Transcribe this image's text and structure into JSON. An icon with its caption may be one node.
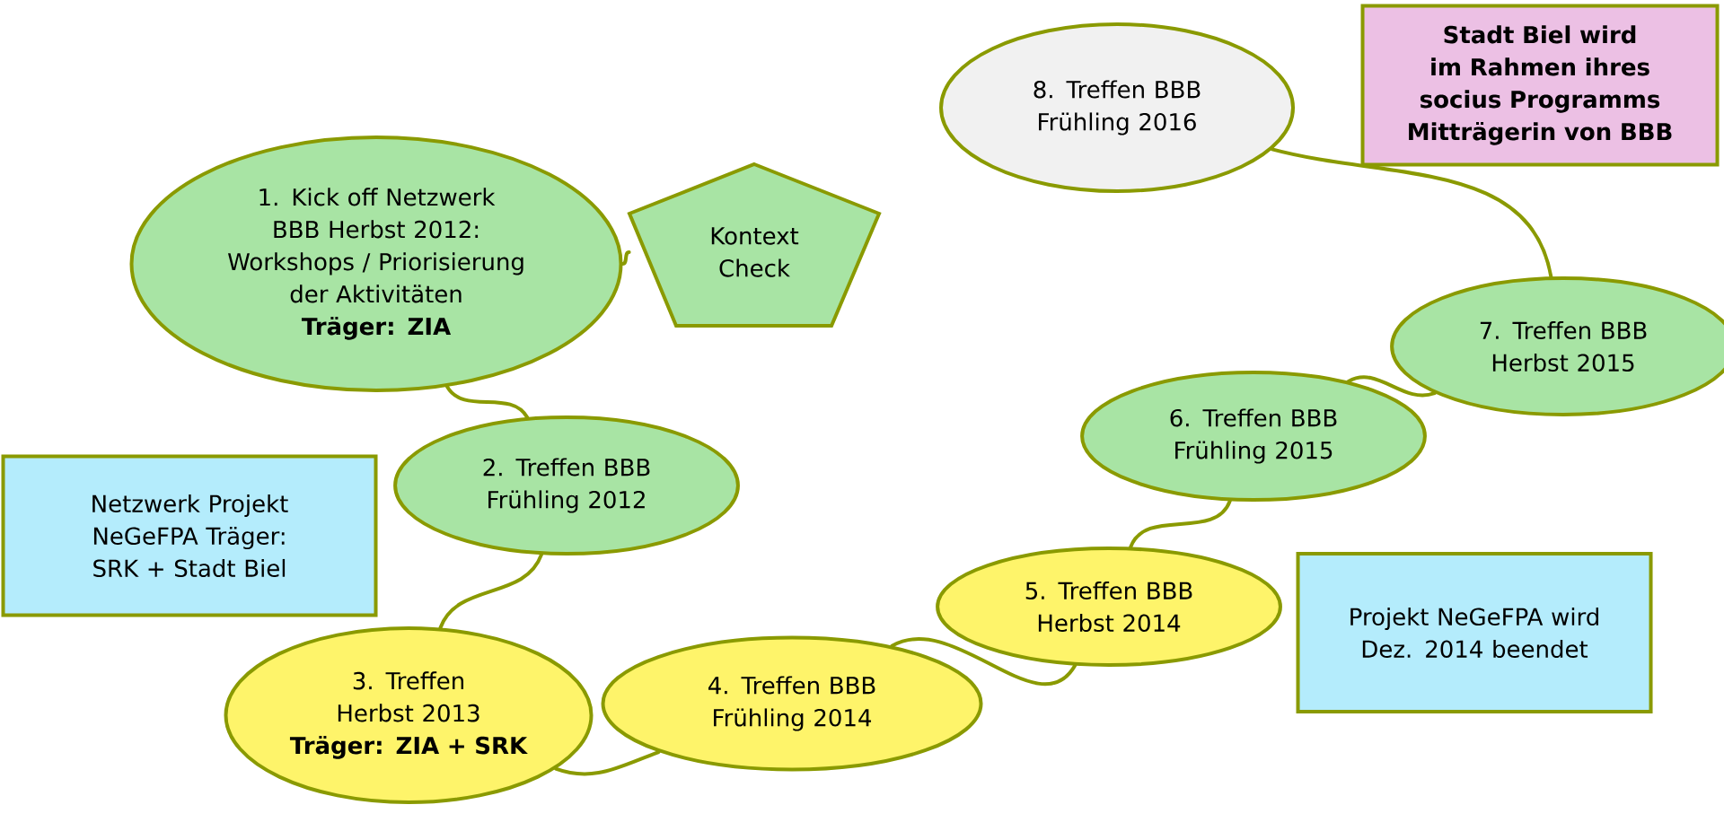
{
  "diagram": {
    "nodes": [
      {
        "text": [
          "1. Kick off Netzwerk BBB Herbst 2012: Workshops / Priorisierung der Aktivitäten",
          "Träger: ZIA"
        ]
      },
      {
        "text": [
          "Kontext Check"
        ]
      },
      {
        "text": [
          "2. Treffen BBB Frühling 2012"
        ]
      },
      {
        "text": [
          "3. Treffen Herbst 2013",
          "Träger: ZIA + SRK"
        ]
      },
      {
        "text": [
          "4. Treffen BBB Frühling 2014"
        ]
      },
      {
        "text": [
          "5. Treffen BBB Herbst 2014"
        ]
      },
      {
        "text": [
          "6. Treffen BBB Frühling 2015"
        ]
      },
      {
        "text": [
          "7. Treffen BBB Herbst 2015"
        ]
      },
      {
        "text": [
          "8. Treffen BBB Frühling 2016"
        ]
      },
      {
        "text": [
          "Stadt Biel wird im Rahmen ihres socius Programms Mitträgerin von BBB"
        ]
      },
      {
        "text": [
          "Netzwerk Projekt NeGeFPA Träger: SRK + Stadt Biel"
        ]
      },
      {
        "text": [
          "Projekt NeGeFPA wird Dez. 2014 beendet"
        ]
      }
    ],
    "edges": [
      {
        "from": 1,
        "to": 0,
        "arrow": "none"
      },
      {
        "from": 0,
        "to": 2,
        "arrow": "none"
      },
      {
        "from": 2,
        "to": 3,
        "arrow": "none"
      },
      {
        "from": 3,
        "to": 4,
        "arrow": "none"
      },
      {
        "from": 4,
        "to": 5,
        "arrow": "none"
      },
      {
        "from": 5,
        "to": 6,
        "arrow": "none"
      },
      {
        "from": 6,
        "to": 7,
        "arrow": "none"
      },
      {
        "from": 7,
        "to": 8,
        "arrow": "none"
      }
    ]
  }
}
